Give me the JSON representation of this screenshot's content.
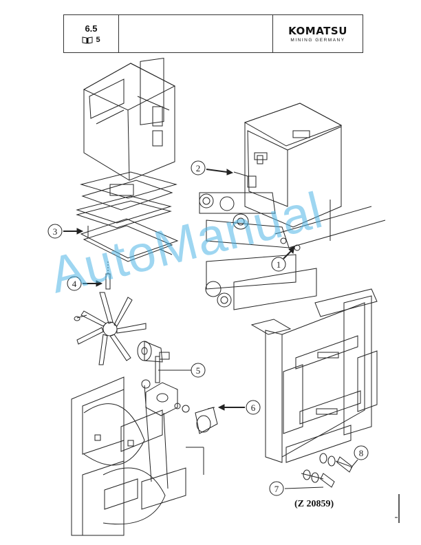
{
  "header": {
    "section": "6.5",
    "page_ref": "5",
    "brand": "KOMATSU",
    "brand_sub": "MINING GERMANY"
  },
  "callouts": [
    "1",
    "2",
    "3",
    "4",
    "5",
    "6",
    "7",
    "8"
  ],
  "watermark": "AutoManual",
  "figure_id": "(Z 20859)",
  "icons": {
    "book": "book-icon",
    "arrow": "arrow-right-icon"
  },
  "colors": {
    "line": "#222222",
    "watermark": "#4fb6e6"
  }
}
